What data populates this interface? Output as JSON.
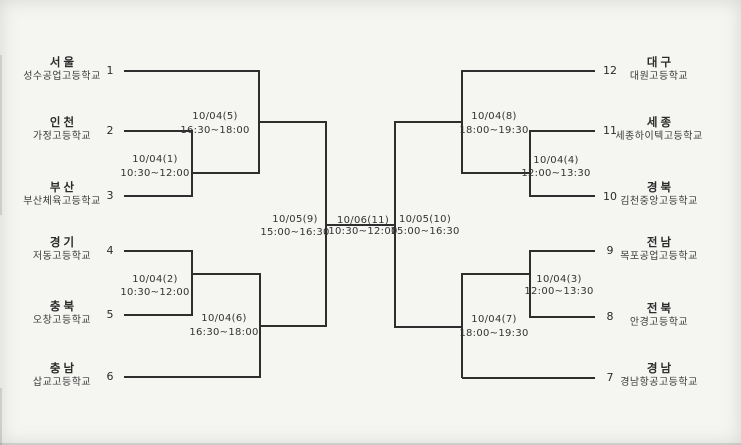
{
  "teams_left": [
    {
      "seed": "1",
      "region": "서울",
      "school": "성수공업고등학교"
    },
    {
      "seed": "2",
      "region": "인천",
      "school": "가정고등학교"
    },
    {
      "seed": "3",
      "region": "부산",
      "school": "부산체육고등학교"
    },
    {
      "seed": "4",
      "region": "경기",
      "school": "저동고등학교"
    },
    {
      "seed": "5",
      "region": "충북",
      "school": "오창고등학교"
    },
    {
      "seed": "6",
      "region": "충남",
      "school": "삽교고등학교"
    }
  ],
  "teams_right": [
    {
      "seed": "12",
      "region": "대구",
      "school": "대원고등학교"
    },
    {
      "seed": "11",
      "region": "세종",
      "school": "세종하이텍고등학교"
    },
    {
      "seed": "10",
      "region": "경북",
      "school": "김천중앙고등학교"
    },
    {
      "seed": "9",
      "region": "전남",
      "school": "목포공업고등학교"
    },
    {
      "seed": "8",
      "region": "전북",
      "school": "안경고등학교"
    },
    {
      "seed": "7",
      "region": "경남",
      "school": "경남항공고등학교"
    }
  ],
  "matches": [
    {
      "date": "10/04(1)",
      "time": "10:30~12:00"
    },
    {
      "date": "10/04(2)",
      "time": "10:30~12:00"
    },
    {
      "date": "10/04(3)",
      "time": "12:00~13:30"
    },
    {
      "date": "10/04(4)",
      "time": "12:00~13:30"
    },
    {
      "date": "10/04(5)",
      "time": "16:30~18:00"
    },
    {
      "date": "10/04(6)",
      "time": "16:30~18:00"
    },
    {
      "date": "10/04(7)",
      "time": "18:00~19:30"
    },
    {
      "date": "10/04(8)",
      "time": "18:00~19:30"
    },
    {
      "date": "10/05(9)",
      "time": "15:00~16:30"
    },
    {
      "date": "10/05(10)",
      "time": "15:00~16:30"
    },
    {
      "date": "10/06(11)",
      "time": "10:30~12:00"
    }
  ]
}
